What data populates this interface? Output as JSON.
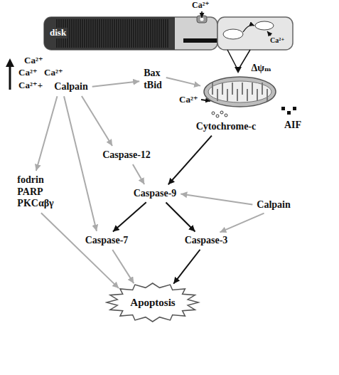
{
  "diagram": {
    "nodes": [
      {
        "text": [
          "Calpain"
        ]
      },
      {
        "text": [
          "Bax tBid"
        ]
      },
      {
        "text": [
          "Δψₘ"
        ]
      },
      {
        "text": [
          "Cytochrome-c"
        ]
      },
      {
        "text": [
          "fodrin PARP PKCαβγ"
        ]
      },
      {
        "text": [
          "Caspase-12"
        ]
      },
      {
        "text": [
          "Caspase-9"
        ]
      },
      {
        "text": [
          "Calpain"
        ]
      },
      {
        "text": [
          "Caspase-7"
        ]
      },
      {
        "text": [
          "Caspase-3"
        ]
      },
      {
        "text": [
          "Apoptosis"
        ]
      }
    ],
    "edges": [
      {
        "from": 0,
        "to": 1,
        "arrow": "to"
      },
      {
        "from": 1,
        "to": 2,
        "arrow": "to"
      },
      {
        "from": 0,
        "to": 4,
        "arrow": "to"
      },
      {
        "from": 0,
        "to": 5,
        "arrow": "to"
      },
      {
        "from": 0,
        "to": 8,
        "arrow": "to"
      },
      {
        "from": 3,
        "to": 6,
        "arrow": "to"
      },
      {
        "from": 5,
        "to": 6,
        "arrow": "to"
      },
      {
        "from": 7,
        "to": 6,
        "arrow": "to"
      },
      {
        "from": 6,
        "to": 8,
        "arrow": "to"
      },
      {
        "from": 6,
        "to": 9,
        "arrow": "to"
      },
      {
        "from": 7,
        "to": 9,
        "arrow": "to"
      },
      {
        "from": 4,
        "to": 10,
        "arrow": "to"
      },
      {
        "from": 8,
        "to": 10,
        "arrow": "to"
      },
      {
        "from": 9,
        "to": 10,
        "arrow": "to"
      }
    ],
    "labels": [
      "Ca²⁺",
      "disk",
      "Ca²⁺",
      "Ca²⁺",
      "Ca²⁺",
      "Ca²⁺",
      "Ca²⁺+",
      "Ca²⁺",
      "AIF"
    ]
  }
}
